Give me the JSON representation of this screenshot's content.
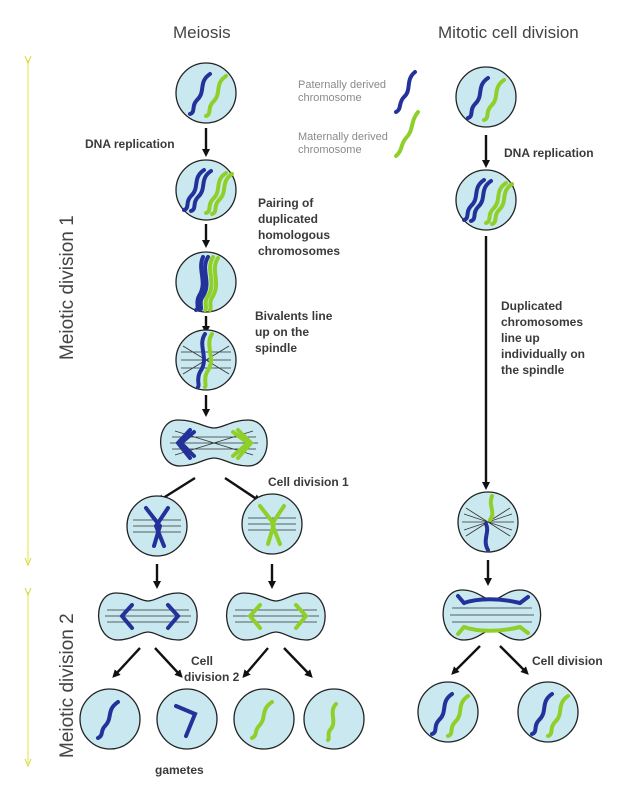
{
  "headings": {
    "meiosis": "Meiosis",
    "mitotic": "Mitotic cell division"
  },
  "legend": {
    "paternal_line1": "Paternally derived",
    "paternal_line2": "chromosome",
    "maternal_line1": "Maternally derived",
    "maternal_line2": "chromosome"
  },
  "side_labels": {
    "division1": "Meiotic division 1",
    "division2": "Meiotic division 2"
  },
  "meiosis_labels": {
    "dna_replication": "DNA replication",
    "pairing_line1": "Pairing of",
    "pairing_line2": "duplicated",
    "pairing_line3": "homologous",
    "pairing_line4": "chromosomes",
    "bivalents_line1": "Bivalents line",
    "bivalents_line2": "up on the",
    "bivalents_line3": "spindle",
    "cell_division_1": "Cell division 1",
    "cell_division_2_line1": "Cell",
    "cell_division_2_line2": "division 2",
    "gametes": "gametes"
  },
  "mitosis_labels": {
    "dna_replication": "DNA replication",
    "duplicated_line1": "Duplicated",
    "duplicated_line2": "chromosomes",
    "duplicated_line3": "line up",
    "duplicated_line4": "individually on",
    "duplicated_line5": "the spindle",
    "cell_division": "Cell division"
  },
  "colors": {
    "paternal": "#22329a",
    "maternal": "#8fcf2a",
    "cell_fill": "#c9e8ef",
    "division_marker": "#e8e85a"
  }
}
